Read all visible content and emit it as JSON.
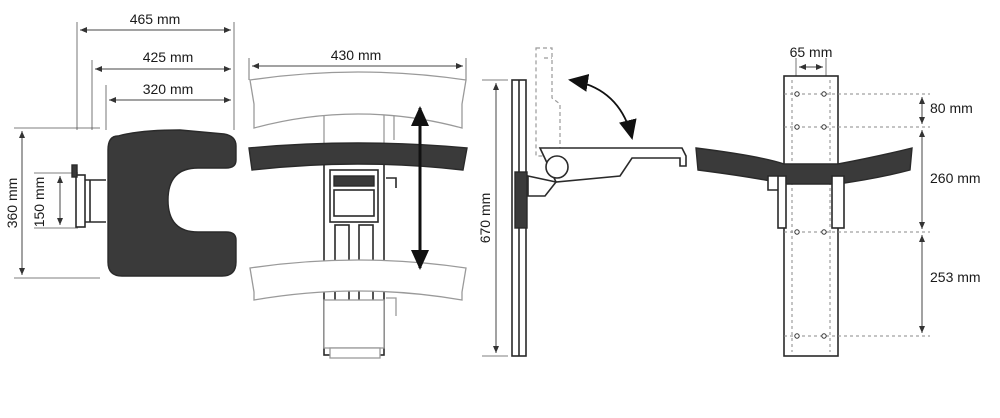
{
  "dimensions": {
    "top_width_total": "465 mm",
    "top_width_mid": "425 mm",
    "top_width_inner": "320 mm",
    "seat_height": "360 mm",
    "bracket_height": "150 mm",
    "front_width": "430 mm",
    "rail_height": "670 mm",
    "rail_width": "65 mm",
    "hole_spacing_top": "80 mm",
    "hole_spacing_mid": "260 mm",
    "hole_spacing_bottom": "253 mm"
  },
  "colors": {
    "line": "#2a2a2a",
    "ghost": "#9a9a9a",
    "arrow": "#111111"
  },
  "icons": {
    "travel_arrow": "double-arrow-vertical",
    "fold_arrow": "curved-arrow"
  }
}
